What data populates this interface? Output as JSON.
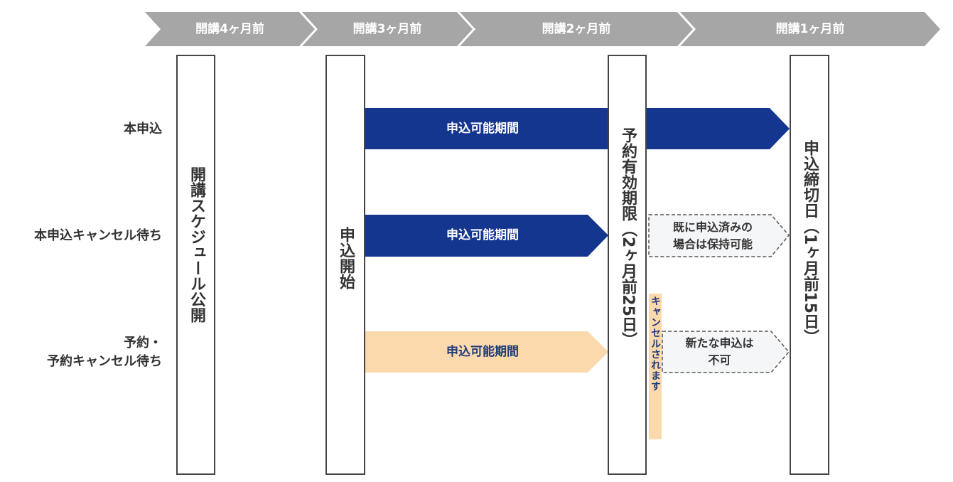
{
  "phases": [
    "開講4ヶ月前",
    "開講3ヶ月前",
    "開講2ヶ月前",
    "開講1ヶ月前"
  ],
  "rows": {
    "main": "本申込",
    "main_cancel_wait": "本申込キャンセル待ち",
    "reserve_line1": "予約・",
    "reserve_line2": "予約キャンセル待ち"
  },
  "pillars": {
    "schedule_publish": "開講スケジュール公開",
    "application_start": "申込開始",
    "reservation_valid": "予約有効期限（2ヶ月前25日）",
    "application_deadline": "申込締切日（1ヶ月前15日）"
  },
  "bars": {
    "main": "申込可能期間",
    "main_cancel_wait": "申込可能期間",
    "reserve": "申込可能期間"
  },
  "notes": {
    "keep_line1": "既に申込済みの",
    "keep_line2": "場合は保持可能",
    "no_new_line1": "新たな申込は",
    "no_new_line2": "不可"
  },
  "cancel_tag": "キャンセルされます",
  "colors": {
    "phase_arrow": "#a6a6a6",
    "main_bar": "#14368f",
    "reserve_bar": "#fcd9ac",
    "note_bg": "#f5f6f8",
    "pillar_border": "#444444"
  }
}
